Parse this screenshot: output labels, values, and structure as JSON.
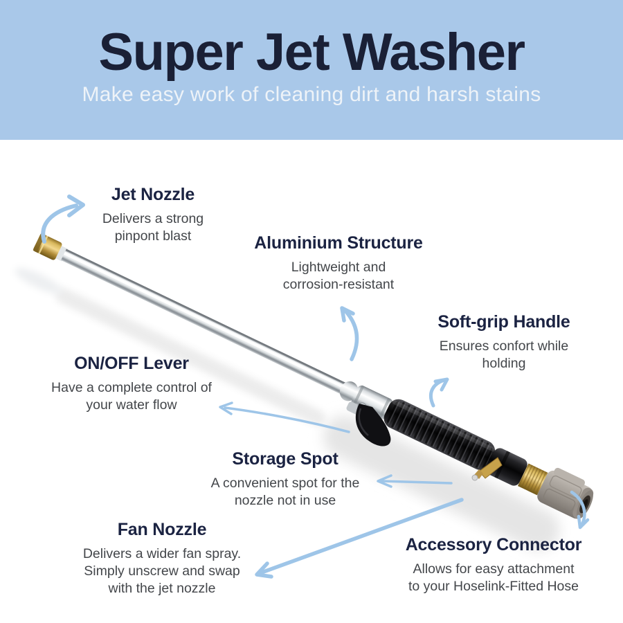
{
  "header": {
    "title": "Super Jet Washer",
    "subtitle": "Make easy work of cleaning dirt and harsh stains"
  },
  "callouts": {
    "jet_nozzle": {
      "title": "Jet Nozzle",
      "desc": "Delivers a strong\npinpont blast"
    },
    "aluminium": {
      "title": "Aluminium Structure",
      "desc": "Lightweight and\ncorrosion-resistant"
    },
    "soft_grip": {
      "title": "Soft-grip Handle",
      "desc": "Ensures confort while\nholding"
    },
    "on_off": {
      "title": "ON/OFF Lever",
      "desc": "Have a complete control of\nyour water flow"
    },
    "storage": {
      "title": "Storage Spot",
      "desc": "A convenient spot for the\nnozzle not in use"
    },
    "fan_nozzle": {
      "title": "Fan Nozzle",
      "desc": "Delivers a wider fan spray.\nSimply unscrew and swap\nwith the jet nozzle"
    },
    "accessory": {
      "title": "Accessory Connector",
      "desc": "Allows for easy attachment\nto your Hoselink-Fitted Hose"
    }
  },
  "icons": {
    "arrows": [
      "jet-nozzle-arrow",
      "aluminium-arrow",
      "softgrip-arrow",
      "onoff-arrow",
      "storage-arrow",
      "fan-arrow",
      "accessory-arrow"
    ]
  },
  "colors": {
    "header_bg": "#a9c8e9",
    "title_text": "#1a2036",
    "subtitle_text": "#eef3f8",
    "callout_heading": "#1b2342",
    "callout_body": "#43464a",
    "arrow_blue": "#9ec5e8",
    "brass": "#c7a24b",
    "connector_gray": "#a8a29b"
  }
}
